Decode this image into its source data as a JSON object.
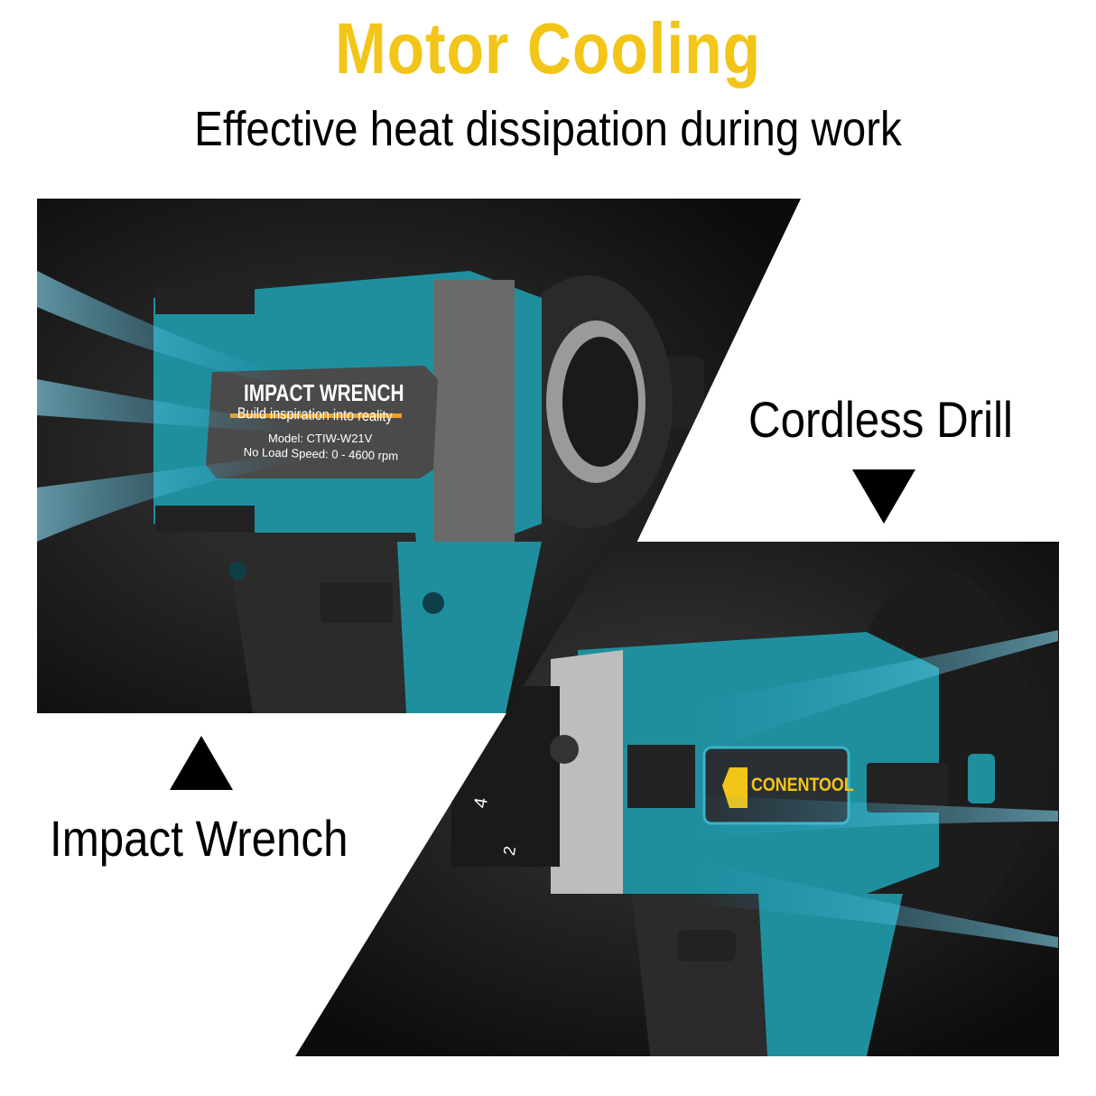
{
  "header": {
    "title": "Motor Cooling",
    "subtitle": "Effective heat dissipation during work"
  },
  "panels": {
    "impact_wrench": {
      "label": "Impact Wrench",
      "arrow": "up-triangle-icon",
      "product_label": {
        "name": "IMPACT WRENCH",
        "slogan": "Build inspiration into reality",
        "model": "Model: CTIW-W21V",
        "speed": "No Load Speed: 0 - 4600 rpm"
      }
    },
    "cordless_drill": {
      "label": "Cordless Drill",
      "arrow": "down-triangle-icon",
      "brand": "CONENTOOL",
      "clutch_numbers": [
        "4",
        "2"
      ]
    }
  },
  "colors": {
    "title": "#f2c518",
    "tool_teal": "#1f8f9e",
    "panel_bg": "#151515",
    "airflow": "#5fd3ff",
    "label_accent": "#f0a020"
  }
}
